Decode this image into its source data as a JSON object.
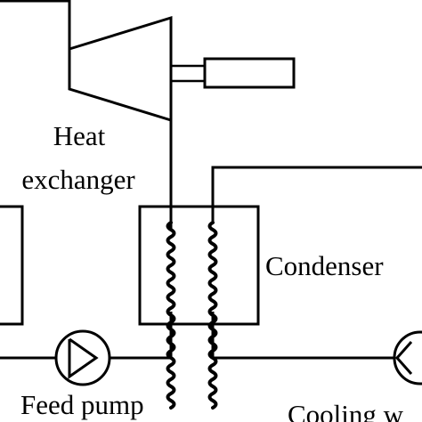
{
  "labels": {
    "heat_exchanger_line1": "Heat",
    "heat_exchanger_line2": "exchanger",
    "condenser": "Condenser",
    "feed_pump": "Feed pump",
    "cooling": "Cooling w"
  },
  "colors": {
    "line": "#000000",
    "background": "#ffffff"
  }
}
